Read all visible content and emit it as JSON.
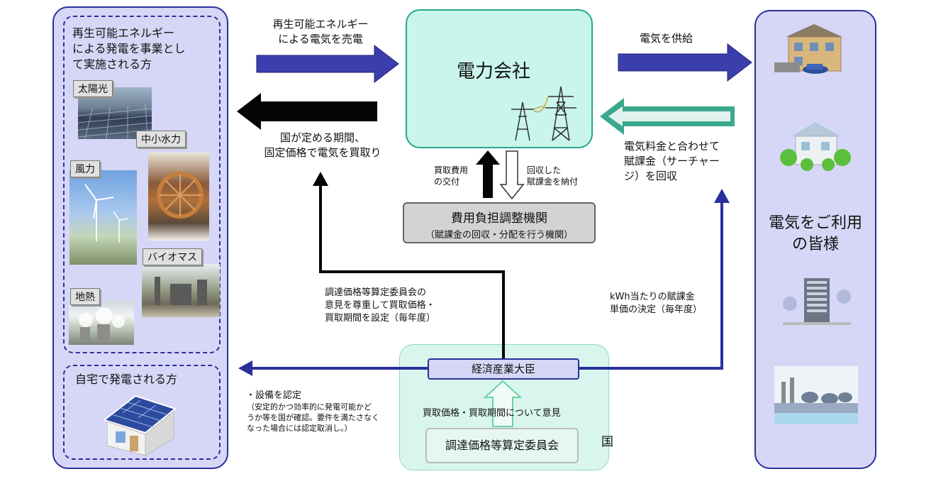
{
  "left_panel": {
    "business_title": "再生可能エネルギー\nによる発電を事業とし\nて実施される方",
    "labels": {
      "solar": "太陽光",
      "hydro": "中小水力",
      "wind": "風力",
      "biomass": "バイオマス",
      "geothermal": "地熱"
    },
    "home_title": "自宅で発電される方"
  },
  "top_left_arrow_text": "再生可能エネルギー\nによる電気を売電",
  "black_arrow_text": "国が定める期間、\n固定価格で電気を買取り",
  "utility": {
    "title": "電力会社"
  },
  "supply_text": "電気を供給",
  "surcharge_text": "電気料金と合わせて\n賦課金（サーチャー\nジ）を回収",
  "customers_title": "電気をご利用\nの皆様",
  "subsidy_text": "買取費用\nの交付",
  "collect_text": "回収した\n賦課金を納付",
  "adjustment": {
    "title": "費用負担調整機関",
    "subtitle": "（賦課金の回収・分配を行う機関）"
  },
  "committee_opinion_text": "調達価格等算定委員会の\n意見を尊重して買取価格・\n買取期間を設定（毎年度）",
  "kwh_text": "kWh当たりの賦課金\n単価の決定（毎年度）",
  "certify_text": "・設備を認定",
  "certify_note": "（安定的かつ効率的に発電可能かど\nうか等を国が確認。要件を満たさなく\nなった場合には認定取消し。）",
  "meti": "経済産業大臣",
  "opinion_text": "買取価格・買取期間について意見",
  "committee": "調達価格等算定委員会",
  "kuni": "国",
  "colors": {
    "navy": "#2b2f9a",
    "arrow_blue": "#3b3fae",
    "teal": "#27a58d",
    "panel": "#d6d7f6"
  }
}
